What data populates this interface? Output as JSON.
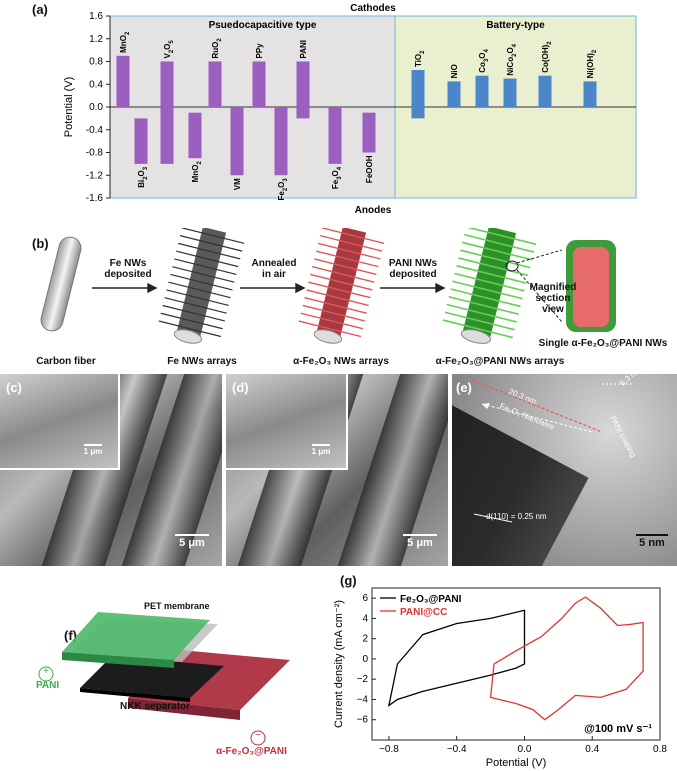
{
  "panels": {
    "a": "(a)",
    "b": "(b)",
    "c": "(c)",
    "d": "(d)",
    "e": "(e)",
    "f": "(f)",
    "g": "(g)"
  },
  "chart_data": [
    {
      "type": "bar",
      "title": "Cathodes",
      "bottom_title": "Anodes",
      "ylabel": "Potential (V)",
      "ylim": [
        -1.6,
        1.6
      ],
      "yticks": [
        "1.6",
        "1.2",
        "0.8",
        "0.4",
        "0.0",
        "-0.4",
        "-0.8",
        "-1.2",
        "-1.6"
      ],
      "regions": {
        "pseudo": "Psuedocapacitive type",
        "battery": "Battery-type"
      },
      "bars": [
        {
          "label": "MnO2",
          "lo": 0.0,
          "hi": 0.9,
          "type": "pseudo",
          "pos": "top"
        },
        {
          "label": "Bi2O3",
          "lo": -1.0,
          "hi": -0.2,
          "type": "pseudo",
          "pos": "bottom"
        },
        {
          "label": "V2O5",
          "lo": -1.0,
          "hi": 0.8,
          "type": "pseudo",
          "pos": "top"
        },
        {
          "label": "MnO2",
          "lo": -0.9,
          "hi": -0.1,
          "type": "pseudo",
          "pos": "bottom"
        },
        {
          "label": "RuO2",
          "lo": 0.0,
          "hi": 0.8,
          "type": "pseudo",
          "pos": "top"
        },
        {
          "label": "VM",
          "lo": -1.2,
          "hi": 0.0,
          "type": "pseudo",
          "pos": "bottom"
        },
        {
          "label": "PPy",
          "lo": 0.0,
          "hi": 0.8,
          "type": "pseudo",
          "pos": "top"
        },
        {
          "label": "Fe2O3",
          "lo": -1.2,
          "hi": 0.0,
          "type": "pseudo",
          "pos": "bottom"
        },
        {
          "label": "PANI",
          "lo": -0.2,
          "hi": 0.8,
          "type": "pseudo",
          "pos": "top"
        },
        {
          "label": "Fe3O4",
          "lo": -1.0,
          "hi": 0.0,
          "type": "pseudo",
          "pos": "bottom"
        },
        {
          "label": "FeOOH",
          "lo": -0.8,
          "hi": -0.1,
          "type": "pseudo",
          "pos": "bottom"
        },
        {
          "label": "TiO2",
          "lo": -0.2,
          "hi": 0.65,
          "type": "battery",
          "pos": "top"
        },
        {
          "label": "NiO",
          "lo": 0.0,
          "hi": 0.45,
          "type": "battery",
          "pos": "top"
        },
        {
          "label": "Co3O4",
          "lo": 0.0,
          "hi": 0.55,
          "type": "battery",
          "pos": "top"
        },
        {
          "label": "NiCo2O4",
          "lo": 0.0,
          "hi": 0.5,
          "type": "battery",
          "pos": "top"
        },
        {
          "label": "Co(OH)2",
          "lo": 0.0,
          "hi": 0.55,
          "type": "battery",
          "pos": "top"
        },
        {
          "label": "Ni(OH)2",
          "lo": 0.0,
          "hi": 0.45,
          "type": "battery",
          "pos": "top"
        }
      ],
      "colors": {
        "pseudo_bar": "#9b5fc0",
        "battery_bar": "#4a86c8",
        "pseudo_bg": "#e4e2e3",
        "battery_bg": "#e9efcf"
      }
    },
    {
      "type": "line",
      "xlabel": "Potential (V)",
      "ylabel": "Current density (mA cm⁻²)",
      "xlim": [
        -0.9,
        0.8
      ],
      "ylim": [
        -8,
        7
      ],
      "xticks": [
        "-0.8",
        "-0.4",
        "0.0",
        "0.4",
        "0.8"
      ],
      "yticks": [
        "6",
        "4",
        "2",
        "0",
        "-2",
        "-4",
        "-6"
      ],
      "annotation": "@100 mV s⁻¹",
      "series": [
        {
          "name": "Fe₂O₃@PANI",
          "color": "#000000",
          "x": [
            -0.8,
            -0.75,
            -0.6,
            -0.4,
            -0.2,
            0.0,
            0.0,
            -0.05,
            -0.2,
            -0.4,
            -0.6,
            -0.75,
            -0.8
          ],
          "y": [
            -4.6,
            -0.5,
            2.4,
            3.5,
            4.0,
            4.8,
            -0.5,
            -0.9,
            -1.6,
            -2.4,
            -3.2,
            -4.0,
            -4.6
          ]
        },
        {
          "name": "PANI@CC",
          "color": "#e0342e",
          "x": [
            -0.2,
            -0.18,
            -0.05,
            0.1,
            0.22,
            0.3,
            0.36,
            0.45,
            0.55,
            0.62,
            0.7,
            0.7,
            0.6,
            0.45,
            0.3,
            0.2,
            0.12,
            0.05,
            -0.05,
            -0.15,
            -0.2
          ],
          "y": [
            -3.8,
            -0.5,
            0.8,
            2.2,
            4.0,
            5.5,
            6.1,
            5.0,
            3.3,
            3.4,
            3.6,
            -1.2,
            -3.0,
            -3.8,
            -3.6,
            -5.0,
            -6.0,
            -5.0,
            -4.4,
            -4.0,
            -3.8
          ]
        }
      ]
    }
  ],
  "schematic_b": {
    "steps": [
      "Carbon fiber",
      "Fe NWs arrays",
      "α-Fe₂O₃ NWs arrays",
      "α-Fe₂O₃@PANI NWs arrays"
    ],
    "arrows": [
      "Fe NWs\ndeposited",
      "Annealed\nin air",
      "PANI NWs\ndeposited"
    ],
    "magnified": "Magnified\nsection\nview",
    "single": "Single α-Fe₂O₃@PANI NWs"
  },
  "sem_c": {
    "inset_scale": "1 μm",
    "scale": "5 μm"
  },
  "sem_d": {
    "inset_scale": "1 μm",
    "scale": "5 μm"
  },
  "tem_e": {
    "width": "20.3 nm",
    "nanowire": "Fe₂O₃ Nanowire",
    "coating_width": "6.3 nm",
    "coating": "PANI coating",
    "dspacing": "d(110) = 0.25 nm",
    "scale": "5 nm"
  },
  "device_f": {
    "pet": "PET membrane",
    "plus": "+",
    "pani": "PANI",
    "separator": "NKK separator",
    "minus": "−",
    "anode": "α-Fe₂O₃@PANI"
  }
}
